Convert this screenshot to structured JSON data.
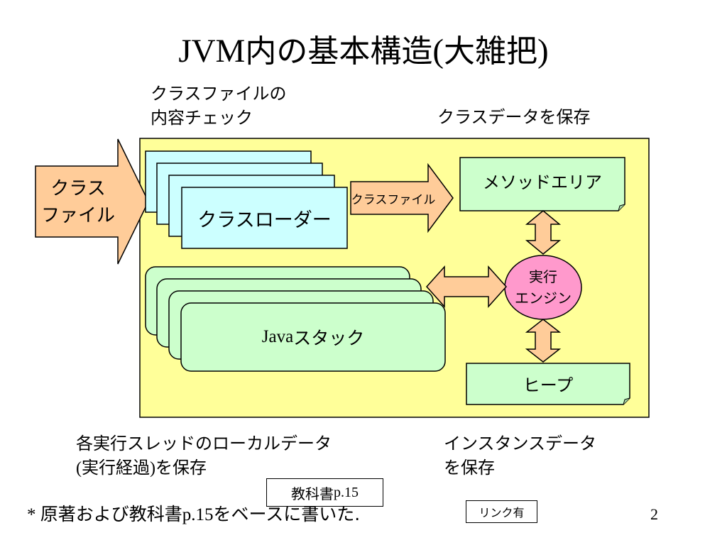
{
  "slide": {
    "title_latin": "JVM",
    "title_jp": "内の基本構造",
    "title_paren_open": "(",
    "title_paren_word": "大雑把",
    "title_paren_close": ")",
    "page_number": "2"
  },
  "captions": {
    "check_line1": "クラスファイルの",
    "check_line2": "内容チェック",
    "save_class_data": "クラスデータを保存",
    "thread_line1": "各実行スレッドのローカルデータ",
    "thread_line2_paren": "(実行経過)",
    "thread_line2_rest": "を保存",
    "instance_line1": "インスタンスデータ",
    "instance_line2": "を保存"
  },
  "diagram": {
    "input_arrow": [
      "クラス",
      "ファイル"
    ],
    "class_loader": "クラスローダー",
    "class_file_arrow": "クラスファイル",
    "method_area": "メソッドエリア",
    "engine": [
      "実行",
      "エンジン"
    ],
    "java_stack_latin": "Java",
    "java_stack_jp": "スタック",
    "heap": "ヒープ"
  },
  "footer": {
    "textbook_box_jp": "教科書 ",
    "textbook_box_page": "p.15",
    "note_star": "* ",
    "note_jp1": "原著および教科書",
    "note_page": "p.15",
    "note_jp2": "をベースに書いた.",
    "link_box": "リンク有"
  },
  "colors": {
    "jvm_panel": "#ffff99",
    "class_loader_fill": "#ccffff",
    "area_fill": "#ccffcc",
    "arrow_fill": "#ffcc99",
    "engine_fill": "#ff99cc"
  }
}
